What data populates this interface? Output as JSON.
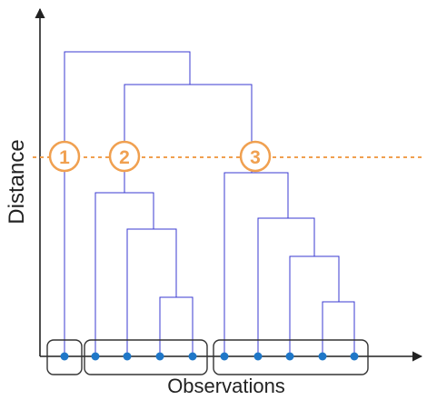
{
  "diagram": {
    "y_axis_label": "Distance",
    "x_axis_label": "Observations",
    "cut_markers": [
      "1",
      "2",
      "3"
    ]
  },
  "colors": {
    "axis": "#222222",
    "link": "#3a3ad0",
    "leaf": "#1f77c8",
    "cut": "#f0a050",
    "marker_fill": "#ffffff",
    "marker_text": "#f0a050",
    "group_box": "#333333"
  }
}
